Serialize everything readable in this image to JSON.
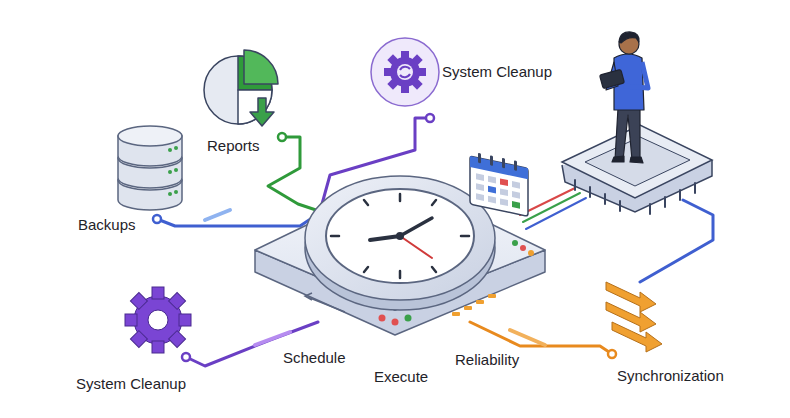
{
  "diagram": {
    "labels": [
      "System Cleanup",
      "Reports",
      "Backups",
      "System Cleanup",
      "Schedule",
      "Execute",
      "Reliability",
      "Synchronization"
    ]
  }
}
